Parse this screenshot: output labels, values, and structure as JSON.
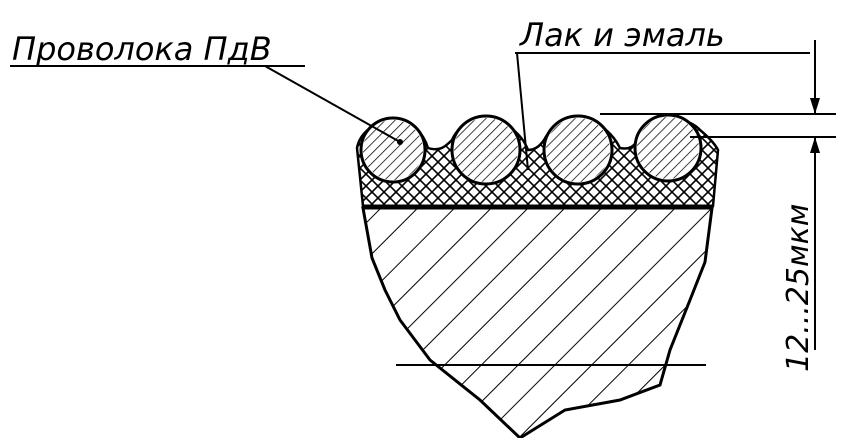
{
  "drawing": {
    "labels": {
      "wire": "Проволока ПдВ",
      "coating": "Лак и эмаль",
      "thickness": "12...25мкм"
    },
    "colors": {
      "ink": "#000000",
      "background": "#ffffff"
    }
  }
}
